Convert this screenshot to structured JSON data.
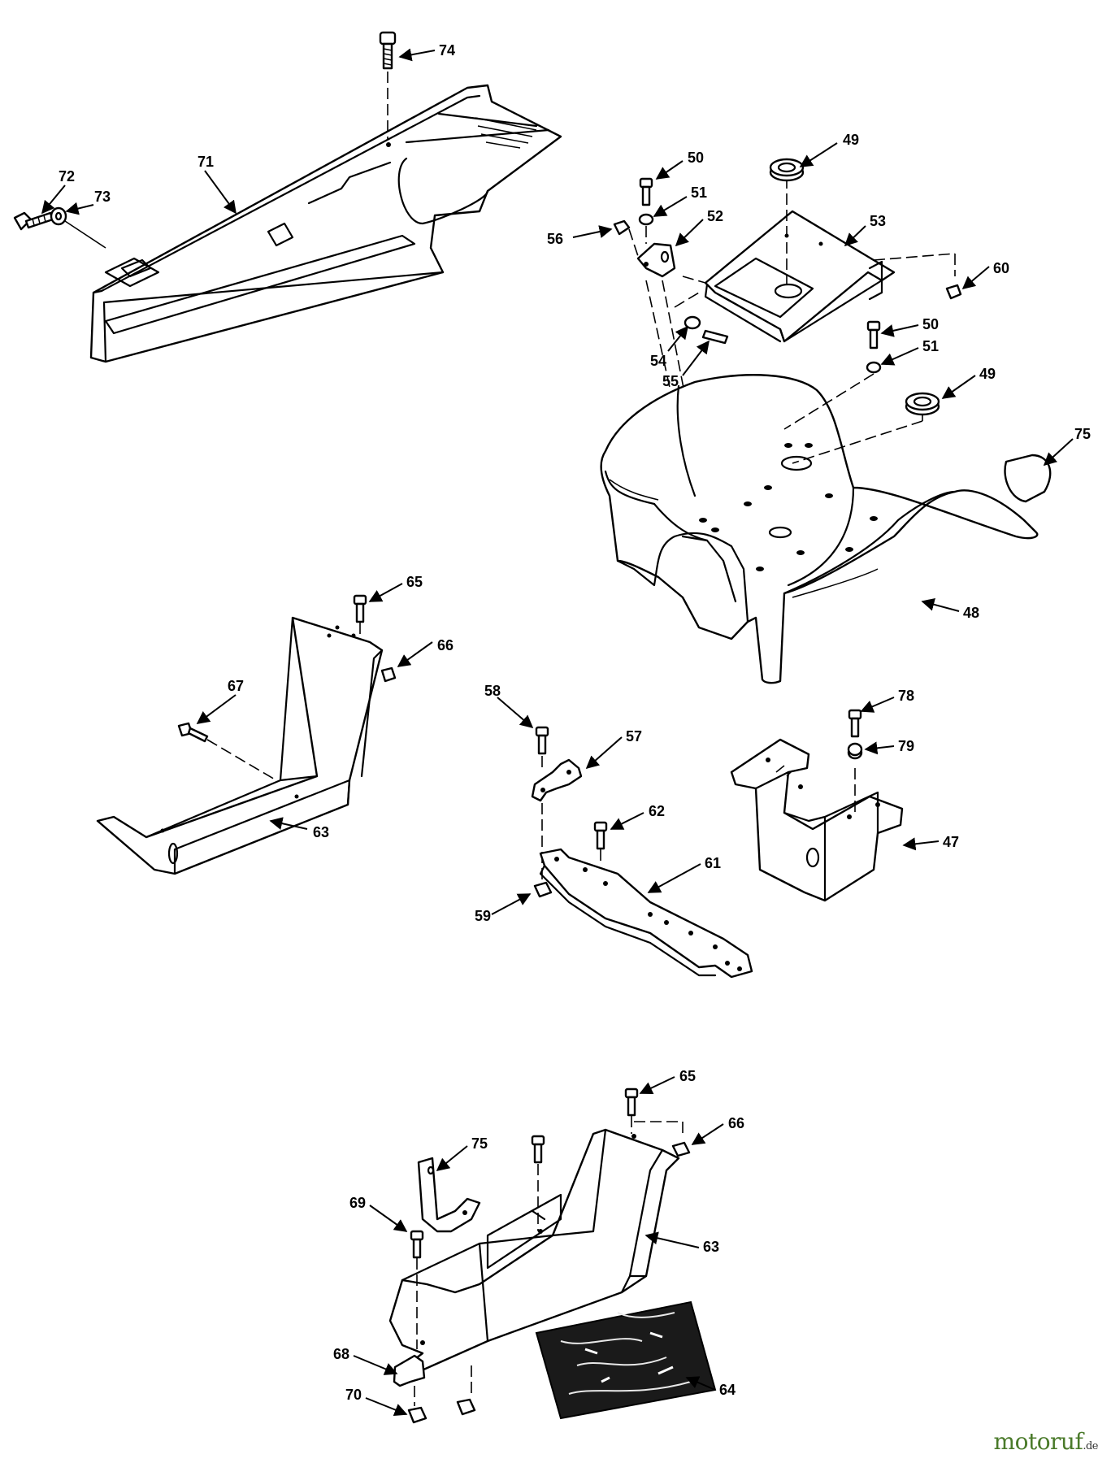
{
  "labels": {
    "l74": "74",
    "l71": "71",
    "l72": "72",
    "l73": "73",
    "l50a": "50",
    "l49a": "49",
    "l51a": "51",
    "l52": "52",
    "l56": "56",
    "l53": "53",
    "l60": "60",
    "l54": "54",
    "l55": "55",
    "l50b": "50",
    "l51b": "51",
    "l49b": "49",
    "l75a": "75",
    "l48": "48",
    "l65a": "65",
    "l66a": "66",
    "l67": "67",
    "l63a": "63",
    "l58": "58",
    "l57": "57",
    "l62": "62",
    "l61": "61",
    "l59": "59",
    "l78": "78",
    "l79": "79",
    "l47": "47",
    "l65b": "65",
    "l66b": "66",
    "l75b": "75",
    "l69": "69",
    "l63b": "63",
    "l68": "68",
    "l70": "70",
    "l64": "64"
  },
  "watermark": {
    "name": "motoruf",
    "suffix": ".de"
  }
}
